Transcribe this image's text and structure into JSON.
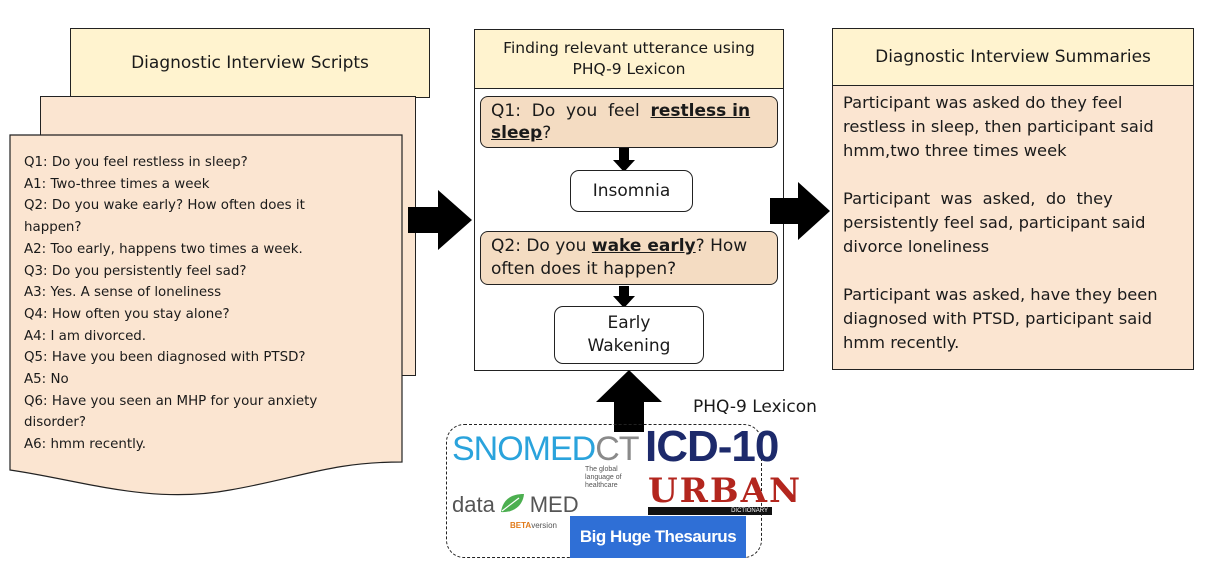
{
  "scripts": {
    "title": "Diagnostic Interview Scripts",
    "lines": [
      "Q1: Do you feel restless in sleep?",
      "A1: Two-three times a week",
      "Q2:  Do you wake early? How often does it",
      "happen?",
      "A2: Too early, happens two times a week.",
      "Q3: Do you persistently feel sad?",
      "A3: Yes. A sense of loneliness",
      "Q4: How often you stay alone?",
      "A4: I am divorced.",
      "Q5: Have you been diagnosed with PTSD?",
      "A5: No",
      "Q6: Have you seen an MHP for your anxiety",
      "disorder?",
      "A6: hmm recently."
    ]
  },
  "finder": {
    "title_line1": "Finding relevant utterance using",
    "title_line2": "PHQ-9 Lexicon",
    "q1": {
      "prefix": "Q1:  Do  you  feel  ",
      "keyword_a": "restless  in",
      "keyword_b": "sleep",
      "suffix": "?"
    },
    "symptom1": "Insomnia",
    "q2": {
      "prefix": "Q2: Do you ",
      "keyword": "wake early",
      "suffix": "? How",
      "line2": "often does it happen?"
    },
    "symptom2_line1": "Early",
    "symptom2_line2": "Wakening"
  },
  "summaries": {
    "title": "Diagnostic Interview Summaries",
    "paragraphs": [
      [
        "Participant was asked do they feel",
        "restless in sleep, then participant said",
        "hmm,two three times week"
      ],
      [
        "Participant  was  asked,  do  they",
        "persistently feel sad, participant said",
        "divorce loneliness"
      ],
      [
        "Participant was asked, have they been",
        "diagnosed with PTSD, participant said",
        "hmm recently."
      ]
    ]
  },
  "lexicon": {
    "label": "PHQ-9 Lexicon",
    "snomed": "SNOMED",
    "ct": "CT",
    "snomed_tagline": [
      "The global",
      "language of",
      "healthcare"
    ],
    "icd": "ICD-10",
    "datamed_a": "data",
    "datamed_b": "MED",
    "datamed_beta": "BETA",
    "datamed_version": "version",
    "urban": "URBAN",
    "urban_sub": "DICTIONARY",
    "thesaurus": "Big Huge Thesaurus"
  },
  "colors": {
    "paper": "#fbe5d1",
    "title_fill": "#fff3cf",
    "question_fill": "#f4dcc2",
    "snomed_blue": "#2aa3dc",
    "icd_navy": "#1d2a6b",
    "urban_red": "#b3261e",
    "thesaurus_blue": "#2f6fd6",
    "datamed_green": "#4caf50"
  }
}
